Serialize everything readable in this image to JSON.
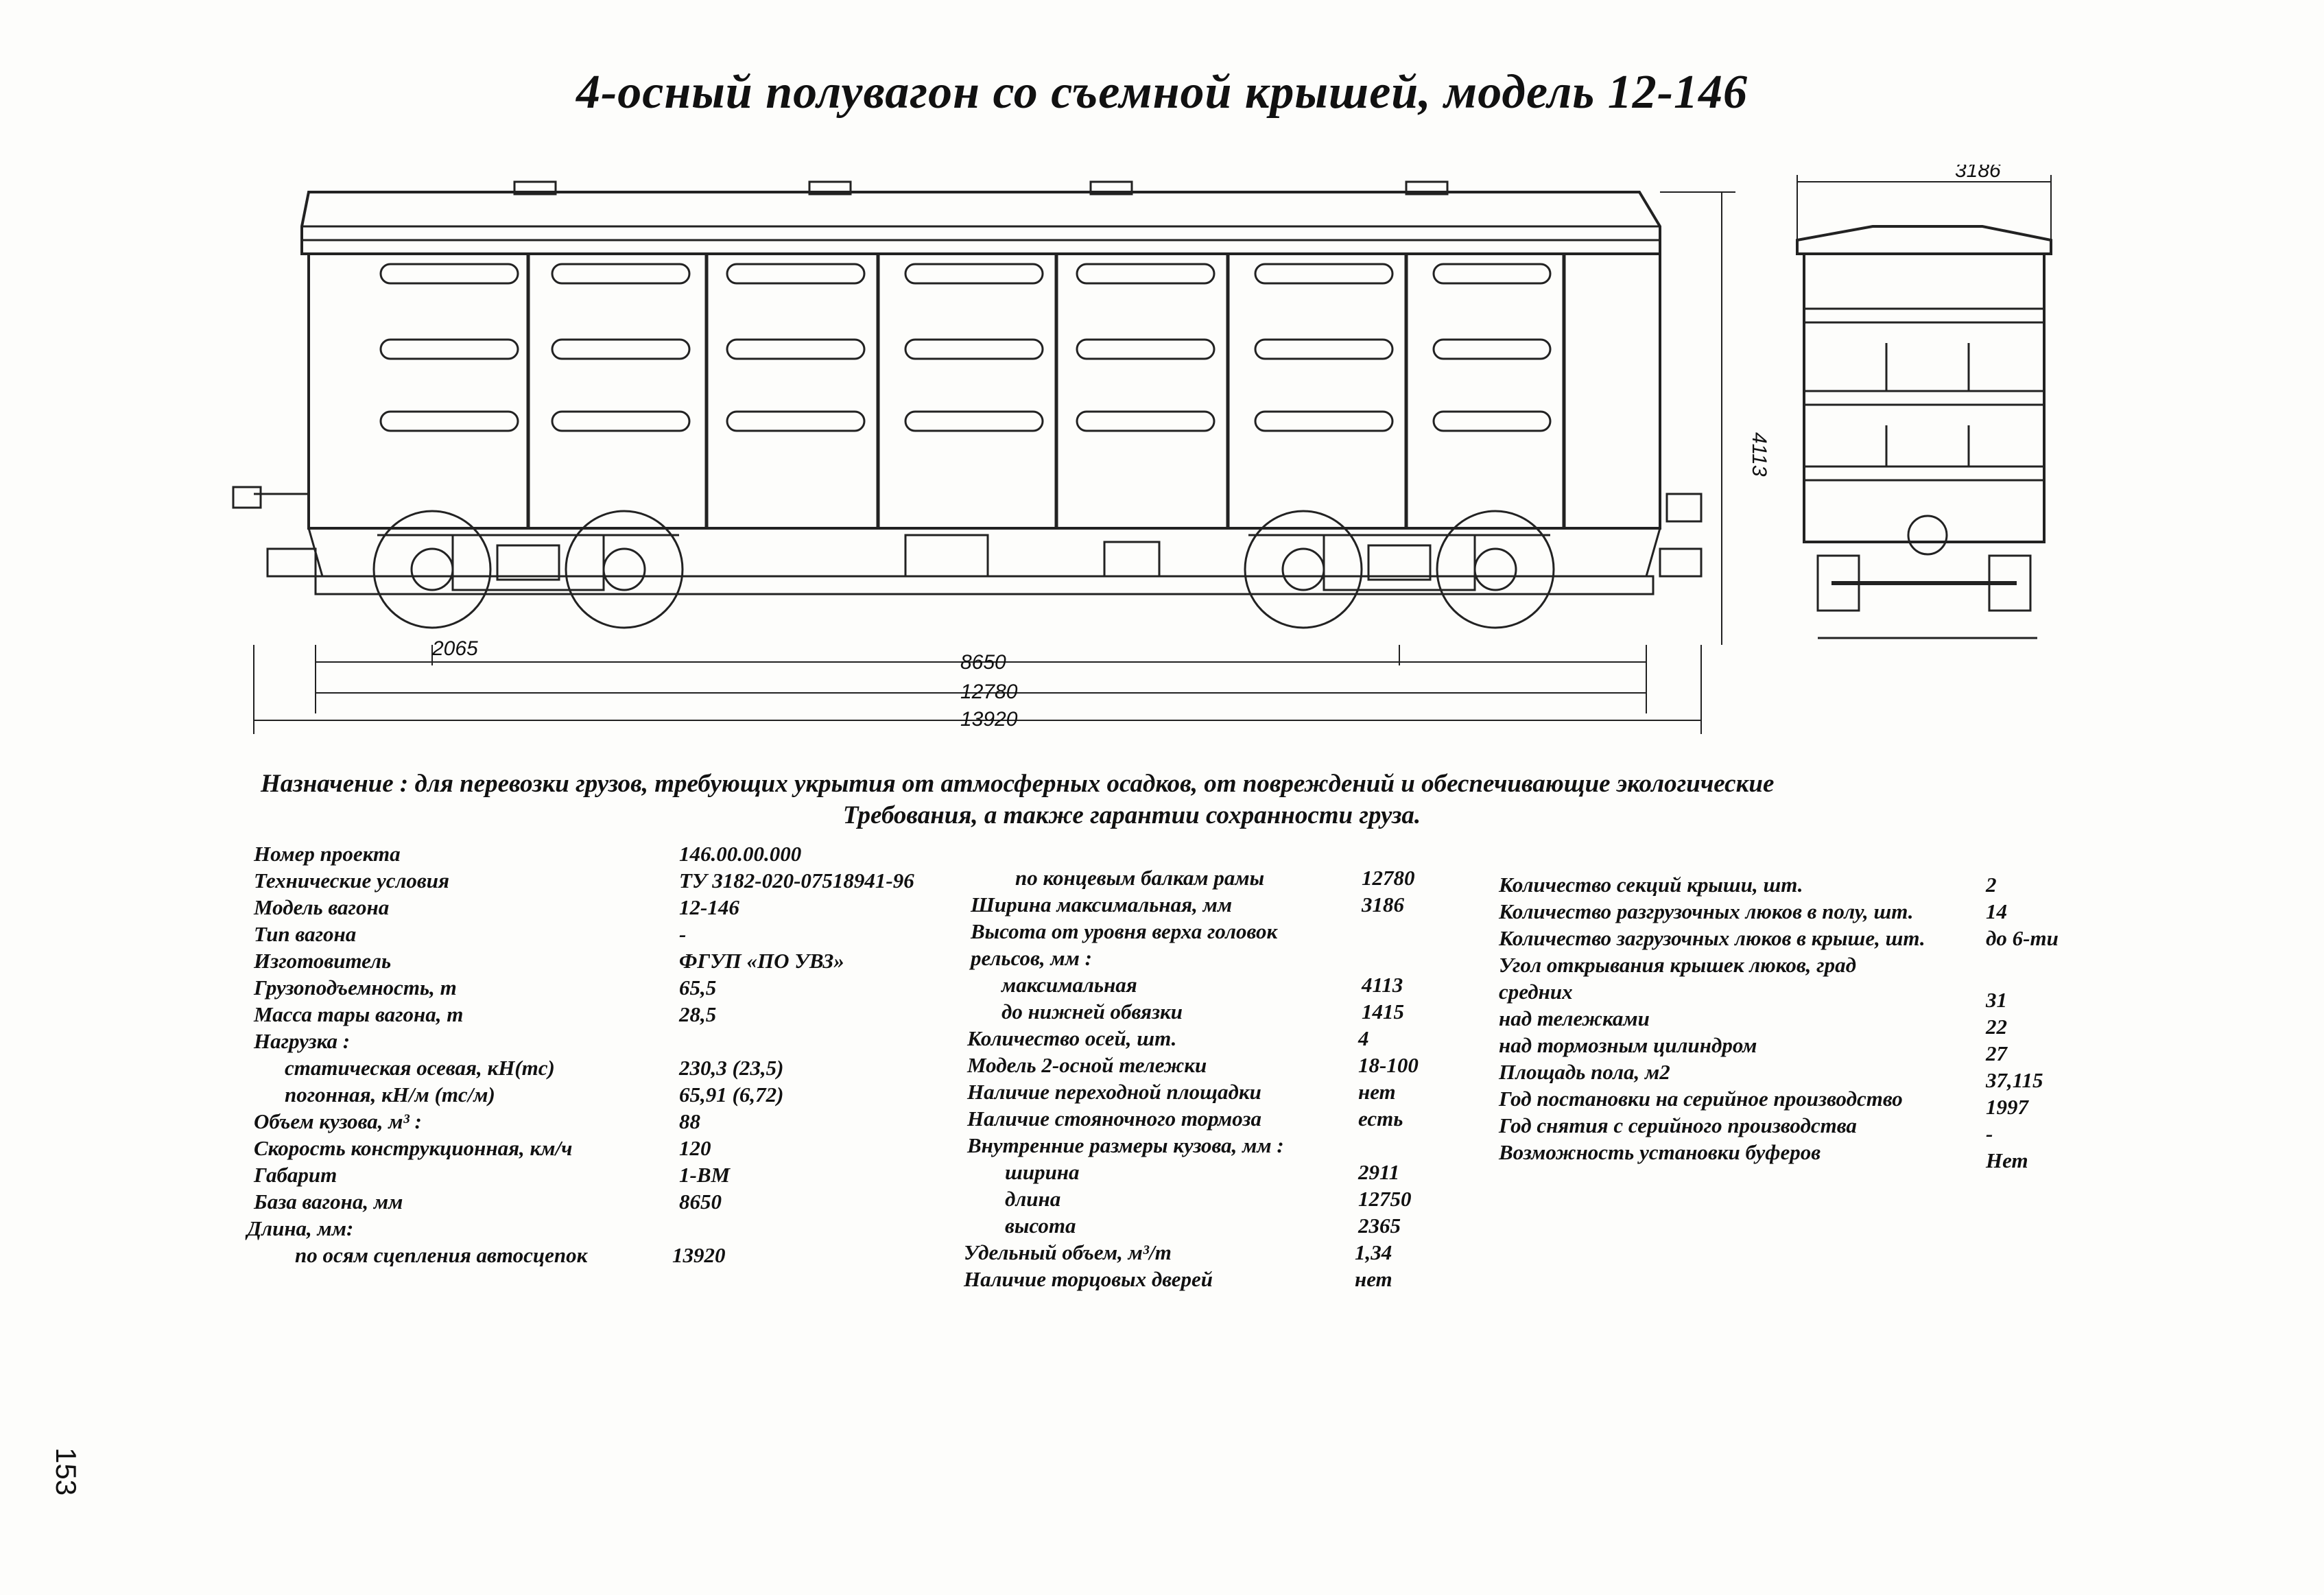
{
  "title": "4-осный полувагон со съемной крышей, модель 12-146",
  "drawing": {
    "dim_2065": "2065",
    "dim_8650": "8650",
    "dim_12780": "12780",
    "dim_13920": "13920",
    "dim_4113": "4113",
    "dim_3186": "3186"
  },
  "purpose": {
    "line1": "Назначение : для перевозки грузов, требующих укрытия от атмосферных осадков, от повреждений и обеспечивающие экологические",
    "line2": "Требования, а также гарантии сохранности груза."
  },
  "specs": {
    "col1": [
      {
        "label": "Номер проекта",
        "value": "146.00.00.000"
      },
      {
        "label": "Технические условия",
        "value": "ТУ 3182-020-07518941-96"
      },
      {
        "label": "Модель вагона",
        "value": "12-146"
      },
      {
        "label": "Тип вагона",
        "value": "-"
      },
      {
        "label": "Изготовитель",
        "value": "ФГУП «ПО УВЗ»"
      },
      {
        "label": "Грузоподъемность, т",
        "value": "65,5"
      },
      {
        "label": "Масса тары вагона, т",
        "value": "28,5"
      },
      {
        "label": "Нагрузка :",
        "value": ""
      },
      {
        "label": "статическая осевая, кН(тс)",
        "value": "230,3 (23,5)",
        "indent": true
      },
      {
        "label": "погонная, кН/м (тс/м)",
        "value": "65,91 (6,72)",
        "indent": true
      },
      {
        "label": "Объем кузова, м³ :",
        "value": "88"
      },
      {
        "label": "Скорость конструкционная, км/ч",
        "value": "120"
      },
      {
        "label": "Габарит",
        "value": "1-ВМ"
      },
      {
        "label": "База вагона, мм",
        "value": "8650"
      },
      {
        "label": "Длина, мм:",
        "value": ""
      },
      {
        "label": "по осям сцепления автосцепок",
        "value": "13920",
        "indent": true
      }
    ],
    "col2": [
      {
        "label": "по концевым балкам рамы",
        "value": "12780",
        "indent": true
      },
      {
        "label": "Ширина максимальная, мм",
        "value": "3186"
      },
      {
        "label": "Высота от уровня верха головок",
        "value": ""
      },
      {
        "label": "рельсов, мм :",
        "value": ""
      },
      {
        "label": "максимальная",
        "value": "4113",
        "indent": true
      },
      {
        "label": "до нижней обвязки",
        "value": "1415",
        "indent": true
      },
      {
        "label": "Количество осей, шт.",
        "value": "4"
      },
      {
        "label": "Модель 2-осной тележки",
        "value": "18-100"
      },
      {
        "label": "Наличие переходной площадки",
        "value": "нет"
      },
      {
        "label": "Наличие стояночного тормоза",
        "value": "есть"
      },
      {
        "label": "Внутренние размеры кузова, мм :",
        "value": ""
      },
      {
        "label": "ширина",
        "value": "2911",
        "indent": true
      },
      {
        "label": "длина",
        "value": "12750",
        "indent": true
      },
      {
        "label": "высота",
        "value": "2365",
        "indent": true
      },
      {
        "label": "Удельный объем, м³/т",
        "value": "1,34"
      },
      {
        "label": "Наличие торцовых дверей",
        "value": "нет"
      }
    ],
    "col3": [
      {
        "label": "Количество секций крыши, шт.",
        "value": "2"
      },
      {
        "label": "Количество разгрузочных люков в полу, шт.",
        "value": "14"
      },
      {
        "label": "Количество загрузочных люков в крыше, шт.",
        "value": "до 6-ти"
      },
      {
        "label": "Угол открывания крышек люков, град",
        "value": ""
      },
      {
        "label": "средних",
        "value": "31"
      },
      {
        "label": "над тележками",
        "value": "22"
      },
      {
        "label": "над тормозным цилиндром",
        "value": "27"
      },
      {
        "label": "Площадь пола, м2",
        "value": "37,115"
      },
      {
        "label": "Год постановки на серийное производство",
        "value": "1997"
      },
      {
        "label": "Год снятия с серийного производства",
        "value": "-"
      },
      {
        "label": "Возможность установки буферов",
        "value": "Нет"
      }
    ]
  },
  "page_number": "153"
}
